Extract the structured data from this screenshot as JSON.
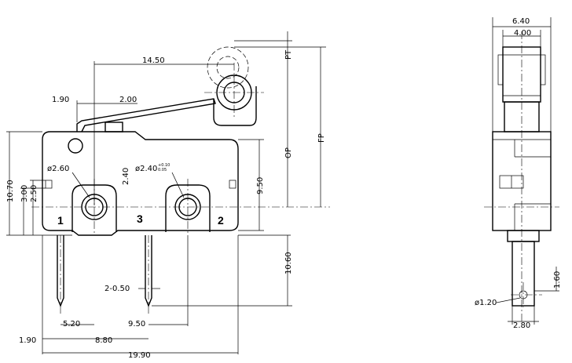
{
  "dimensions": {
    "lever_length": "14.50",
    "lever_offset": "1.90",
    "lever_pivot": "2.00",
    "hole_diameter_small": "ø2.60",
    "hole_diameter_large": "ø2.40",
    "tol_plus": "+0.10",
    "tol_minus": "0.05",
    "height_2_40": "2.40",
    "height_9_50": "9.50",
    "height_10_70": "10.70",
    "height_3_00": "3.00",
    "height_2_50": "2.50",
    "pin_length": "10.60",
    "pin_width": "2-0.50",
    "pitch_5_20": "5.20",
    "pitch_9_50": "9.50",
    "edge_1_90": "1.90",
    "pitch_8_80": "8.80",
    "overall_width": "19.90",
    "pt": "PT",
    "op": "OP",
    "fp": "FP",
    "side_width_outer": "6.40",
    "side_width_inner": "4.00",
    "side_pin_hole": "ø1.20",
    "side_pin_width": "2.80",
    "side_pin_height": "1.60"
  },
  "terminals": {
    "t1": "1",
    "t3": "3",
    "t2": "2"
  }
}
